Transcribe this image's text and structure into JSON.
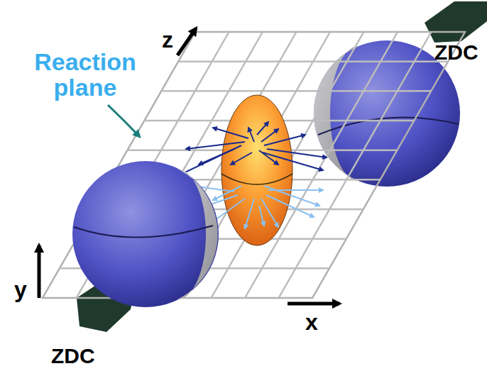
{
  "diagram": {
    "labels": [
      "ZDC",
      "Reaction plane",
      "z",
      "y",
      "x",
      "ZDC"
    ]
  }
}
